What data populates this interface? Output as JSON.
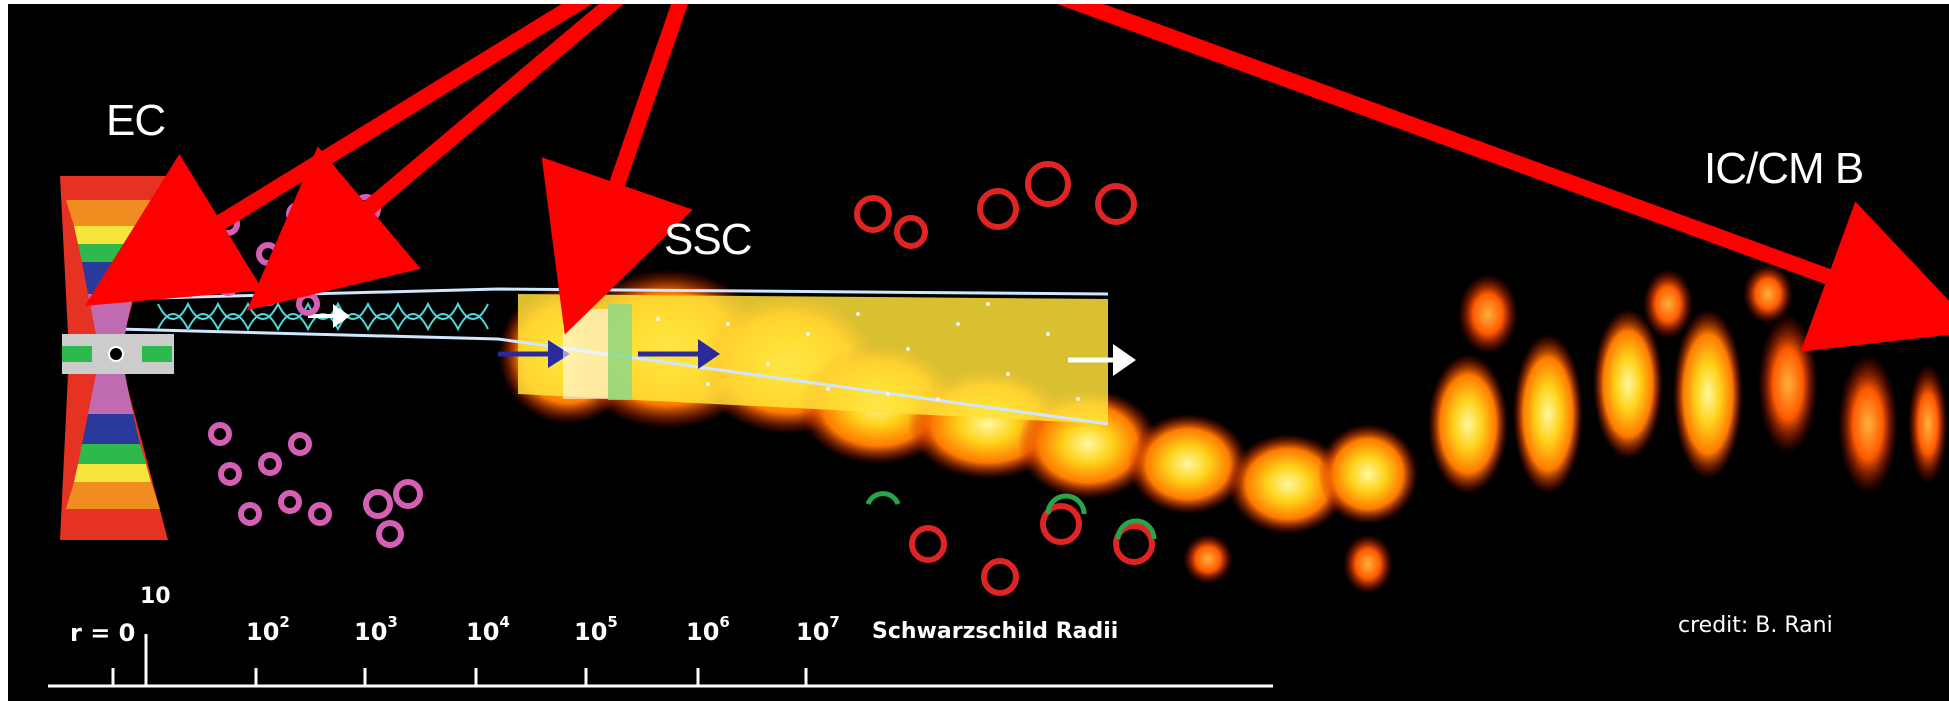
{
  "labels": {
    "ec": "EC",
    "ssc": "SSC",
    "ic_cmb": "IC/CM B",
    "credit": "credit: B. Rani"
  },
  "axis": {
    "r0": "r = 0",
    "ten": "10",
    "ticks": [
      {
        "base": "10",
        "exp": "2"
      },
      {
        "base": "10",
        "exp": "3"
      },
      {
        "base": "10",
        "exp": "4"
      },
      {
        "base": "10",
        "exp": "5"
      },
      {
        "base": "10",
        "exp": "6"
      },
      {
        "base": "10",
        "exp": "7"
      }
    ],
    "unit": "Schwarzschild Radii"
  },
  "colors": {
    "background": "#000000",
    "arrow": "#ff0000",
    "text": "#ffffff",
    "jet_hot": "#fff200",
    "jet_mid": "#ff8a00",
    "jet_outer": "#d11a00",
    "clouds_bl": "#d45fb5",
    "clouds_nl": "#e02424",
    "torus_band_colors": [
      "#e53222",
      "#f08c20",
      "#f6e53a",
      "#2fb84c",
      "#2a3a9a",
      "#c06ab2"
    ]
  }
}
